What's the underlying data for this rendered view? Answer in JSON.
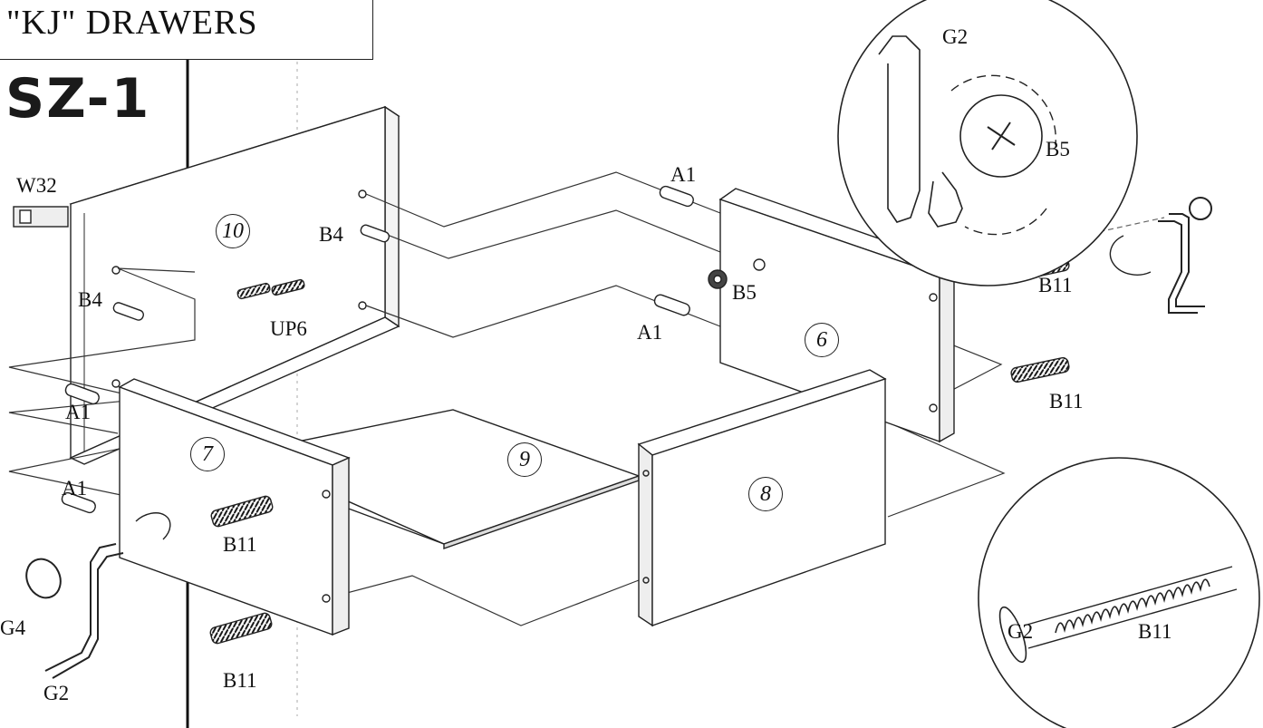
{
  "header": {
    "title": "\"KJ\" DRAWERS",
    "model": "SZ-1"
  },
  "panels": [
    {
      "id": "back",
      "number": "10"
    },
    {
      "id": "side-right",
      "number": "6"
    },
    {
      "id": "side-left",
      "number": "7"
    },
    {
      "id": "front",
      "number": "8"
    },
    {
      "id": "bottom",
      "number": "9"
    }
  ],
  "parts": {
    "w32": "W32",
    "b4": "B4",
    "a1": "A1",
    "up6": "UP6",
    "b5": "B5",
    "b11": "B11",
    "g2": "G2",
    "g4": "G4"
  },
  "details": [
    {
      "id": "detail-cam-lock",
      "labels": [
        "G2",
        "B5"
      ]
    },
    {
      "id": "detail-screw",
      "labels": [
        "G2",
        "B11"
      ]
    }
  ]
}
